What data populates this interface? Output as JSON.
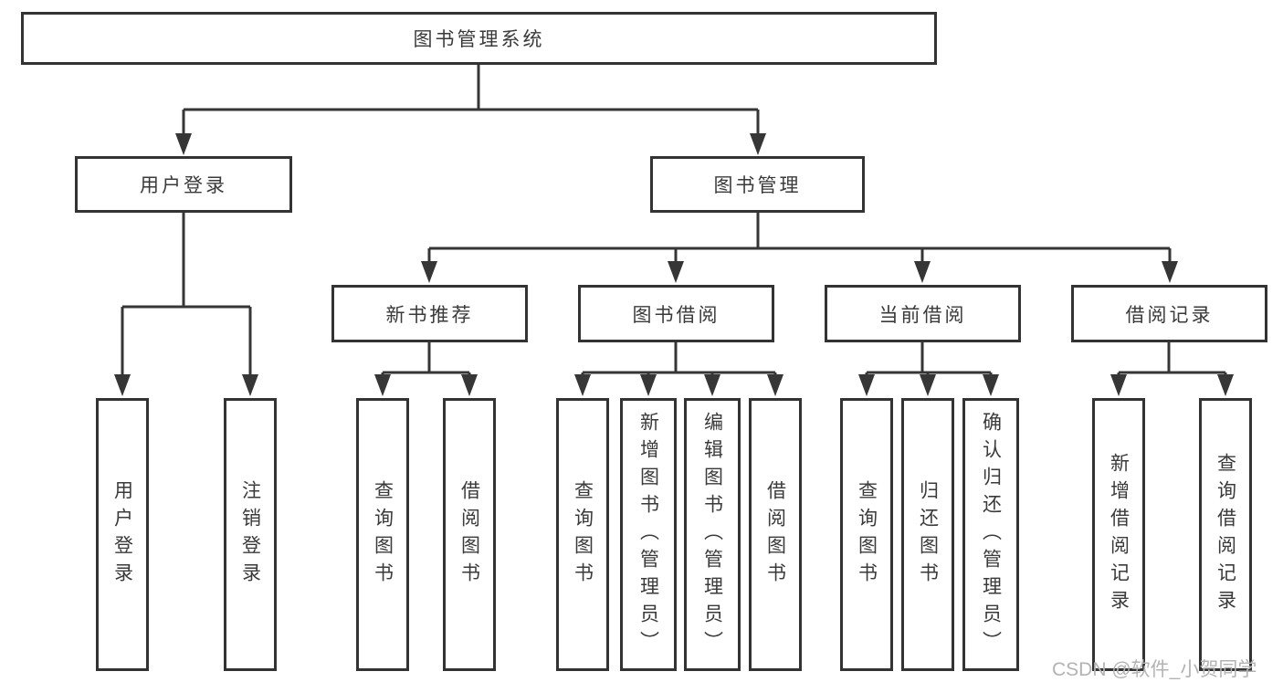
{
  "diagram": {
    "title": "图书管理系统"
  },
  "nodes": {
    "root": {
      "label": "图书管理系统"
    },
    "user_login_branch": {
      "label": "用户登录"
    },
    "book_mgmt_branch": {
      "label": "图书管理"
    },
    "new_book_recommend": {
      "label": "新书推荐"
    },
    "book_borrowing": {
      "label": "图书借阅"
    },
    "current_borrowing": {
      "label": "当前借阅"
    },
    "borrow_records": {
      "label": "借阅记录"
    },
    "user_login_leaf": {
      "label": "用户登录"
    },
    "logout_leaf": {
      "label": "注销登录"
    },
    "nb_query_books": {
      "label": "查询图书"
    },
    "nb_borrow_books": {
      "label": "借阅图书"
    },
    "bb_query_books": {
      "label": "查询图书"
    },
    "bb_add_books_admin": {
      "label": "新增图书（管理员）"
    },
    "bb_edit_books_admin": {
      "label": "编辑图书（管理员）"
    },
    "bb_borrow_books": {
      "label": "借阅图书"
    },
    "cb_query_books": {
      "label": "查询图书"
    },
    "cb_return_books": {
      "label": "归还图书"
    },
    "cb_confirm_return_admin": {
      "label": "确认归还（管理员）"
    },
    "br_add_record": {
      "label": "新增借阅记录"
    },
    "br_query_record": {
      "label": "查询借阅记录"
    }
  },
  "watermark": {
    "text": "CSDN @软件_小贺同学"
  },
  "colors": {
    "line": "#363636",
    "border": "#333333",
    "text": "#3a3a3a",
    "watermark": "#b3b3b3",
    "background": "#ffffff"
  }
}
